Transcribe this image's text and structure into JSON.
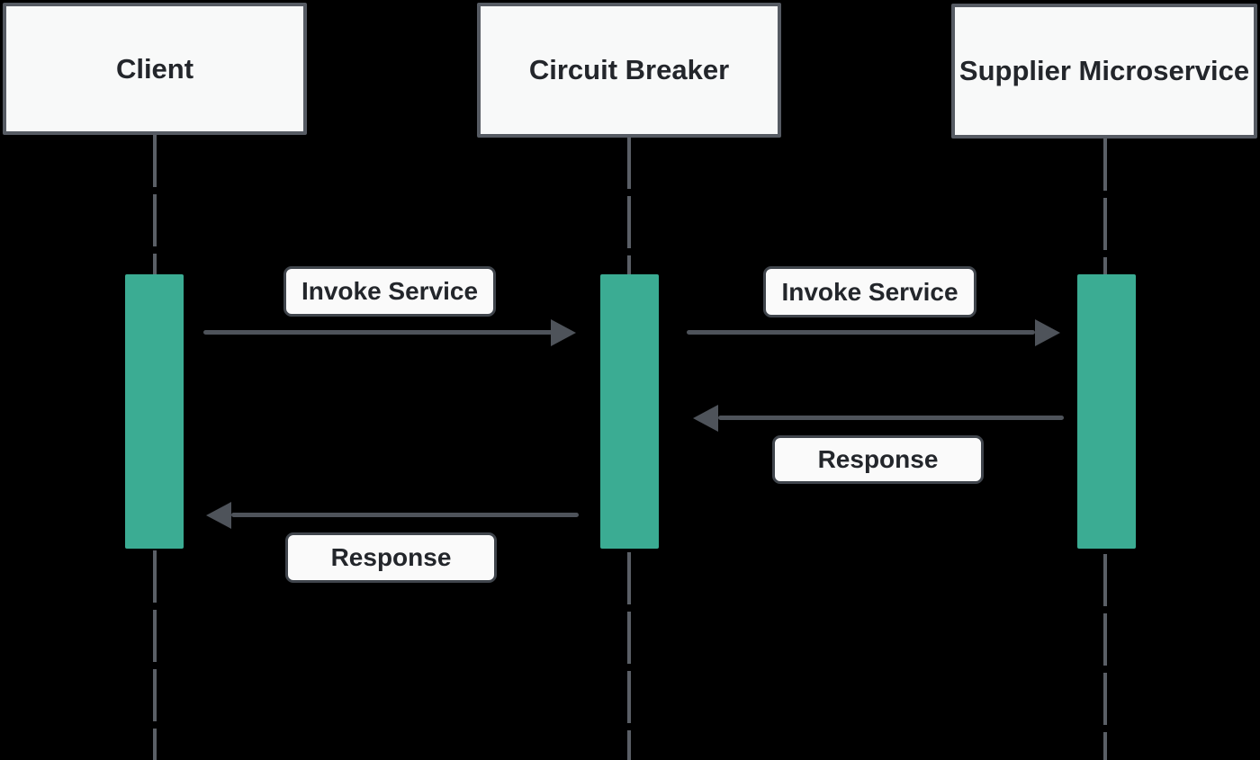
{
  "diagram": {
    "type": "sequence-diagram",
    "actors": [
      {
        "id": "client",
        "label": "Client"
      },
      {
        "id": "circuit-breaker",
        "label": "Circuit Breaker"
      },
      {
        "id": "supplier-microservice",
        "label": "Supplier Microservice"
      }
    ],
    "messages": [
      {
        "from": "Client",
        "to": "Circuit Breaker",
        "label": "Invoke Service",
        "direction": "right"
      },
      {
        "from": "Circuit Breaker",
        "to": "Supplier Microservice",
        "label": "Invoke Service",
        "direction": "right"
      },
      {
        "from": "Supplier Microservice",
        "to": "Circuit Breaker",
        "label": "Response",
        "direction": "left"
      },
      {
        "from": "Circuit Breaker",
        "to": "Client",
        "label": "Response",
        "direction": "left"
      }
    ],
    "colors": {
      "background": "#000000",
      "activation_bar": "#3bac93",
      "actor_fill": "#f8f9f9",
      "actor_border": "#565b63",
      "label_fill": "#fafafa",
      "label_border": "#40454c",
      "message_line": "#4e535a",
      "lifeline": "#5a5f66",
      "text": "#23262b"
    }
  }
}
